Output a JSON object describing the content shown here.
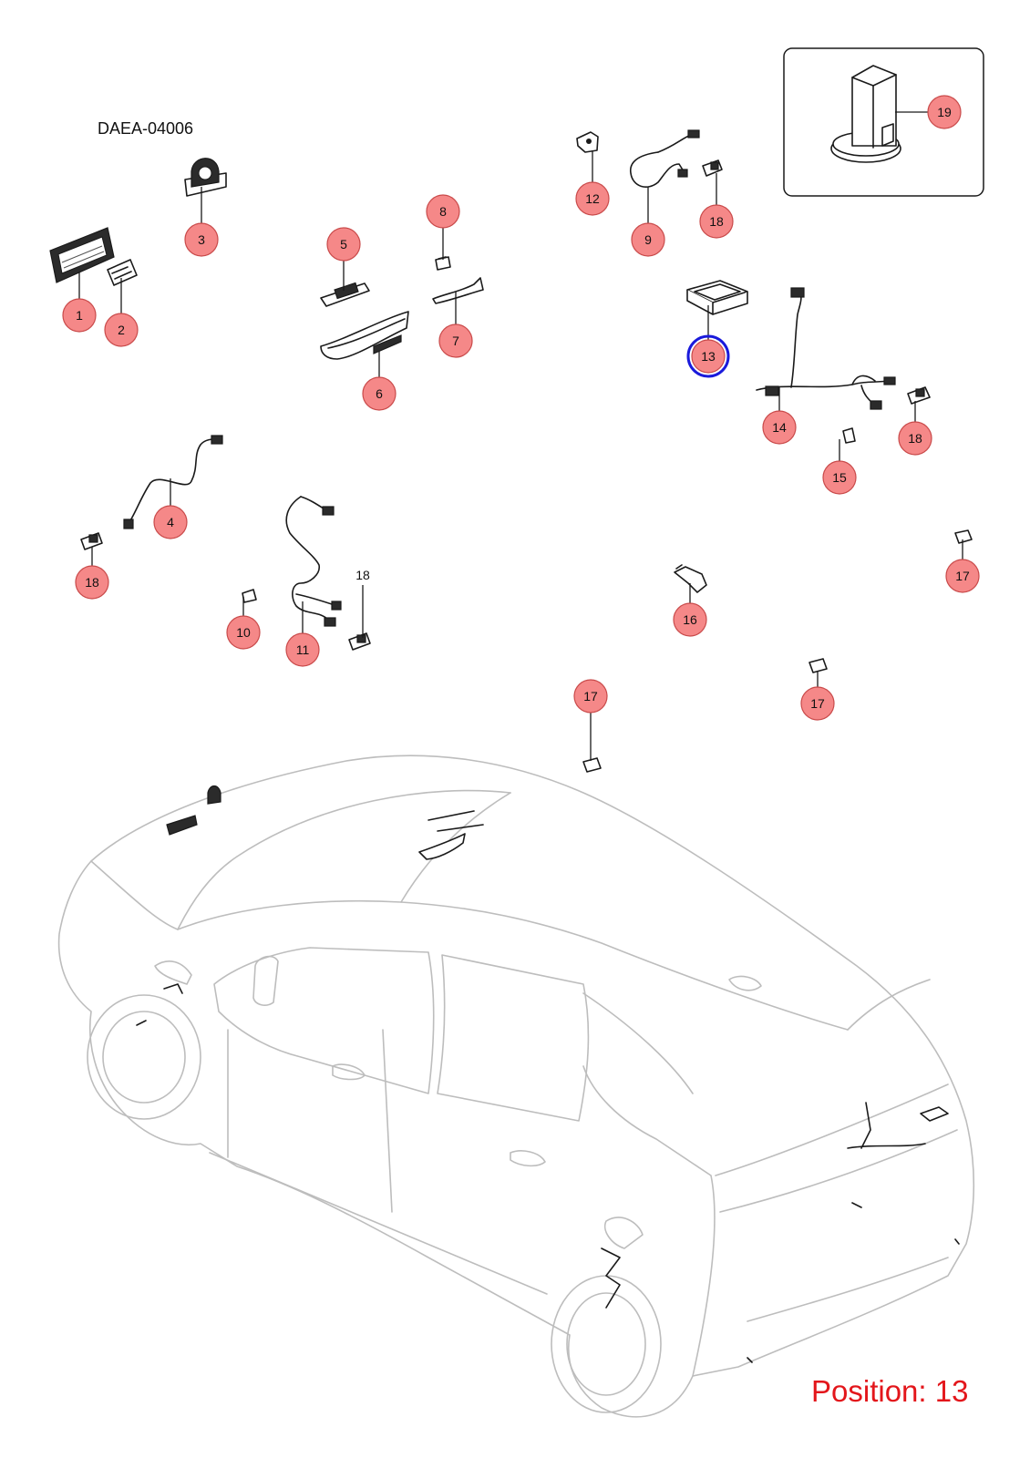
{
  "diagram_code": "DAEA-04006",
  "position_label": "Position: 13",
  "selected_callout": "13",
  "colors": {
    "callout_fill": "#f58888",
    "highlight": "#1a1adb",
    "position_text": "#e3161b",
    "car_outline": "#bdbdbd"
  },
  "callouts": [
    {
      "id": "c1",
      "label": "1"
    },
    {
      "id": "c2",
      "label": "2"
    },
    {
      "id": "c3",
      "label": "3"
    },
    {
      "id": "c4",
      "label": "4"
    },
    {
      "id": "c5",
      "label": "5"
    },
    {
      "id": "c6",
      "label": "6"
    },
    {
      "id": "c7",
      "label": "7"
    },
    {
      "id": "c8",
      "label": "8"
    },
    {
      "id": "c9",
      "label": "9"
    },
    {
      "id": "c10",
      "label": "10"
    },
    {
      "id": "c11",
      "label": "11"
    },
    {
      "id": "c12",
      "label": "12"
    },
    {
      "id": "c13",
      "label": "13"
    },
    {
      "id": "c14",
      "label": "14"
    },
    {
      "id": "c15",
      "label": "15"
    },
    {
      "id": "c16",
      "label": "16"
    },
    {
      "id": "c17a",
      "label": "17"
    },
    {
      "id": "c17b",
      "label": "17"
    },
    {
      "id": "c17c",
      "label": "17"
    },
    {
      "id": "c18a",
      "label": "18"
    },
    {
      "id": "c18b",
      "label": "18"
    },
    {
      "id": "c18c",
      "label": "18"
    },
    {
      "id": "c19",
      "label": "19"
    }
  ],
  "plain_labels": {
    "label_18_plain": "18"
  }
}
